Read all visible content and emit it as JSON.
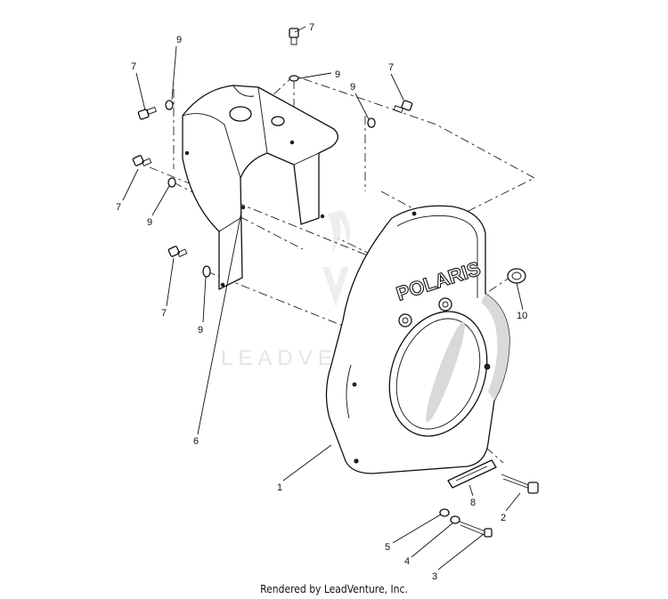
{
  "diagram": {
    "brand_mark": "POLARIS",
    "watermark": "LEADVENTURE",
    "footer": "Rendered by LeadVenture, Inc.",
    "callouts": {
      "c1": "1",
      "c2": "2",
      "c3": "3",
      "c4": "4",
      "c5": "5",
      "c6": "6",
      "c7a": "7",
      "c7b": "7",
      "c7c": "7",
      "c7d": "7",
      "c7e": "7",
      "c8": "8",
      "c9a": "9",
      "c9b": "9",
      "c9c": "9",
      "c9d": "9",
      "c9e": "9",
      "c10": "10"
    }
  }
}
